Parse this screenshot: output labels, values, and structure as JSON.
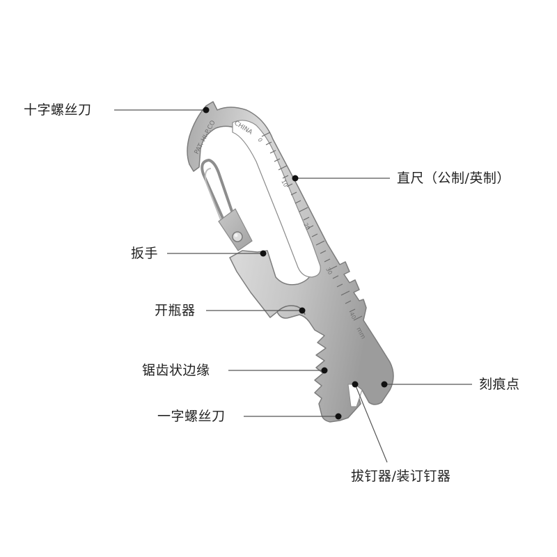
{
  "labels": {
    "cross_screwdriver": "十字螺丝刀",
    "ruler": "直尺（公制/英制）",
    "wrench": "扳手",
    "bottle_opener": "开瓶器",
    "serrated_edge": "锯齿状边缘",
    "flat_screwdriver": "一字螺丝刀",
    "scribe_point": "刻痕点",
    "staple_remover": "拔钉器/装订钉器"
  },
  "engraving": {
    "maker": "PAT. HI-P.CO",
    "origin": "CHINA",
    "unit": "mm",
    "scale_marks": [
      "0",
      "10",
      "20",
      "30",
      "40"
    ]
  },
  "colors": {
    "leader_line": "#555555",
    "dot": "#111111",
    "steel_light": "#d4d4d4",
    "steel_mid": "#b9b9b9",
    "steel_dark": "#8f8f8f",
    "text": "#222222"
  }
}
